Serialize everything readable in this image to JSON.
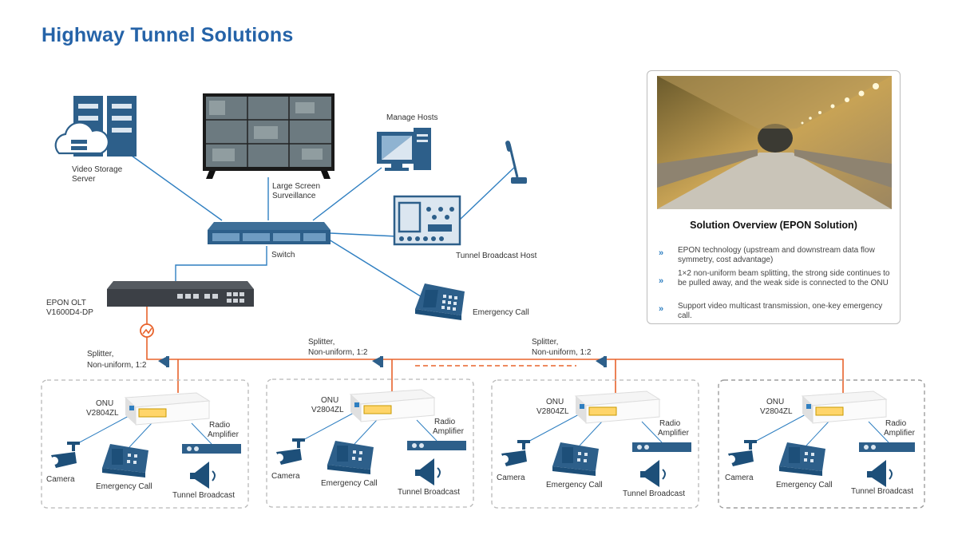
{
  "title": "Highway Tunnel Solutions",
  "overview": {
    "title": "Solution Overview (EPON Solution)",
    "points": [
      "EPON technology (upstream and downstream data flow symmetry, cost advantage)",
      "1×2 non-uniform beam splitting, the strong side continues to be pulled away, and the weak side is connected to the ONU",
      "Support video multicast transmission, one-key emergency call."
    ]
  },
  "core": {
    "video_storage_l1": "Video Storage",
    "video_storage_l2": "Server",
    "large_screen_l1": "Large Screen",
    "large_screen_l2": "Surveillance",
    "manage_hosts": "Manage Hosts",
    "tunnel_broadcast_host": "Tunnel Broadcast Host",
    "switch": "Switch",
    "emergency_call": "Emergency Call",
    "olt_l1": "EPON OLT",
    "olt_l2": "V1600D4-DP"
  },
  "splitter_l1": "Splitter,",
  "splitter_l2": "Non-uniform, 1:2",
  "onu_l1": "ONU",
  "onu_l2": "V2804ZL",
  "radio_l1": "Radio",
  "radio_l2": "Amplifier",
  "camera": "Camera",
  "emergency_call": "Emergency Call",
  "tunnel_broadcast": "Tunnel Broadcast",
  "colors": {
    "title": "#2563a8",
    "fiber": "#e8632c",
    "link": "#2f7fc1",
    "device": "#1d4f79"
  }
}
